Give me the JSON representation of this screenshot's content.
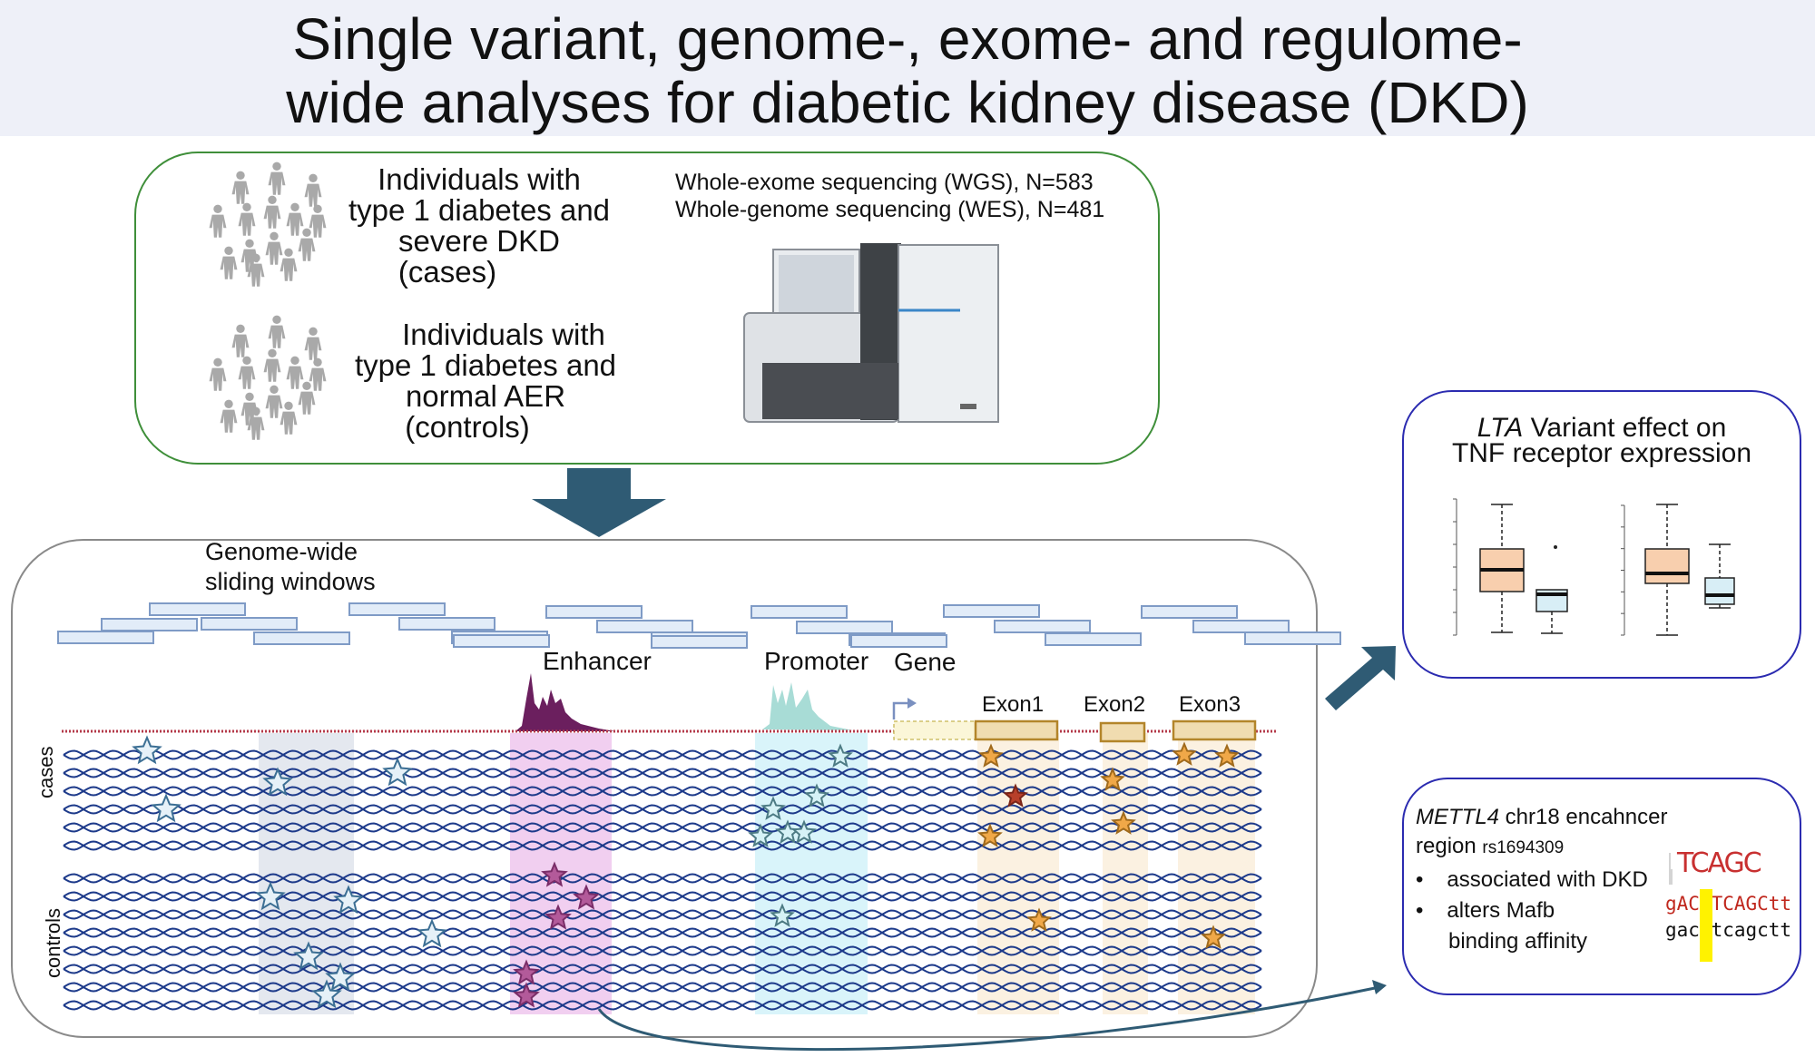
{
  "title": {
    "line1": "Single variant, genome-, exome- and regulome-",
    "line2": "wide analyses for diabetic kidney disease (DKD)"
  },
  "cohorts": {
    "cases": [
      "Individuals with",
      "type 1 diabetes and",
      "severe DKD",
      "(cases)"
    ],
    "controls": [
      "Individuals with",
      "type 1 diabetes and",
      "normal AER",
      "(controls)"
    ]
  },
  "sequencing": {
    "line1": "Whole-exome sequencing (WGS), N=583",
    "line2": "Whole-genome sequencing (WES), N=481"
  },
  "analysis": {
    "windows_label_1": "Genome-wide",
    "windows_label_2": "sliding windows",
    "enhancer": "Enhancer",
    "promoter": "Promoter",
    "gene": "Gene",
    "exons": [
      "Exon1",
      "Exon2",
      "Exon3"
    ],
    "cases_label": "cases",
    "controls_label": "controls"
  },
  "lta": {
    "gene": "LTA",
    "line1_rest": " Variant effect on",
    "line2": "TNF receptor expression"
  },
  "mettl4": {
    "gene": "METTL4",
    "line1_rest": " chr18 encahncer",
    "region": "region ",
    "snp": "rs1694309",
    "bullet1": "associated with DKD",
    "bullet2": "alters Mafb",
    "bullet2b": "binding affinity",
    "bullet_char": "•",
    "logo": "TCAGC",
    "seq1": "gACGTCAGCtt",
    "seq2": "gacctcagctt",
    "marker": "*"
  },
  "colors": {
    "enhancer": "#6b1f5e",
    "promoter": "#a8dcd6",
    "exon": "#f0dcb0",
    "exon_border": "#b3852a",
    "window": "#e2ecf8",
    "window_border": "#7f9bc6",
    "dna": "#1d3a8a",
    "arrow": "#2f5b74",
    "case_box": "#f8cfae",
    "control_box": "#d8eef6"
  }
}
